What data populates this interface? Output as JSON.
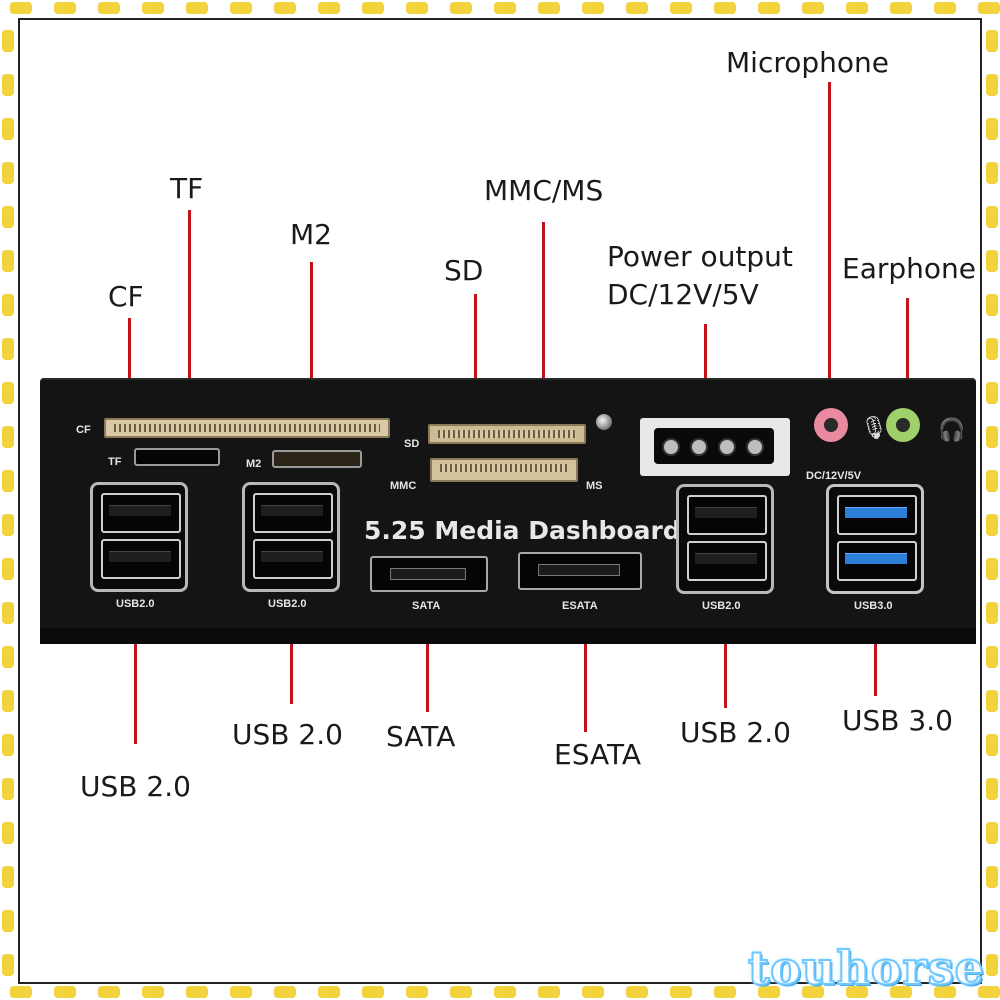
{
  "callouts": {
    "microphone": "Microphone",
    "tf": "TF",
    "mmc_ms": "MMC/MS",
    "m2": "M2",
    "sd": "SD",
    "power_output_line1": "Power output",
    "power_output_line2": "DC/12V/5V",
    "earphone": "Earphone",
    "cf": "CF",
    "usb20_a": "USB 2.0",
    "usb20_b": "USB 2.0",
    "sata": "SATA",
    "esata": "ESATA",
    "usb20_c": "USB 2.0",
    "usb30": "USB 3.0"
  },
  "panel": {
    "title": "5.25 Media Dashboard",
    "cf": "CF",
    "tf": "TF",
    "m2": "M2",
    "sd": "SD",
    "mmc": "MMC",
    "ms": "MS",
    "dc": "DC/12V/5V",
    "usb_a": "USB2.0",
    "usb_b": "USB2.0",
    "sata": "SATA",
    "esata": "ESATA",
    "usb_c": "USB2.0",
    "usb3": "USB3.0"
  },
  "colors": {
    "border_dashes": "#f2d33c",
    "leader_lines": "#c0141a",
    "microphone_jack": "#e98aa0",
    "earphone_jack": "#9fd06a",
    "usb3_tongue": "#2b7fd8"
  },
  "icons": [
    "microphone-icon",
    "headphone-icon"
  ],
  "watermark": "touhorse"
}
